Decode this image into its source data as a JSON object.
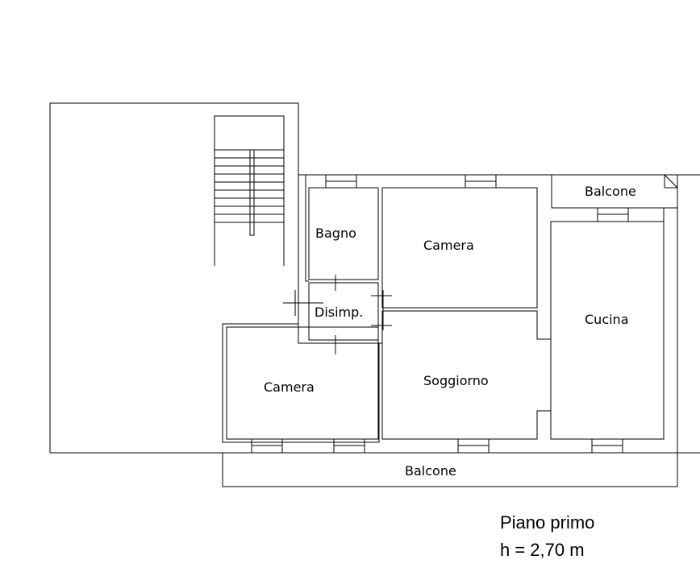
{
  "rooms": {
    "bagno": "Bagno",
    "camera_top": "Camera",
    "disimpegno": "Disimp.",
    "cucina": "Cucina",
    "camera_bottom": "Camera",
    "soggiorno": "Soggiorno",
    "balcone_top": "Balcone",
    "balcone_bottom": "Balcone"
  },
  "caption": {
    "floor": "Piano primo",
    "height": "h = 2,70 m"
  }
}
